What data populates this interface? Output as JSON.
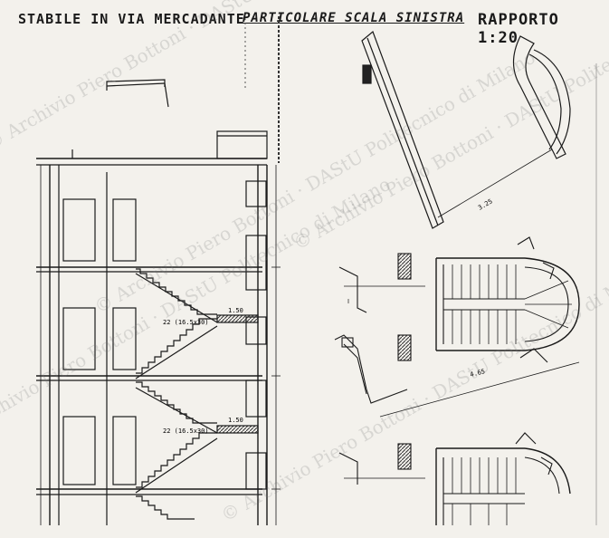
{
  "titles": {
    "left": "STABILE IN VIA MERCADANTE",
    "center": "PARTICOLARE SCALA SINISTRA",
    "right": "RAPPORTO 1:20"
  },
  "watermark": "© Archivio Piero Bottoni · DAStU Politecnico di Milano",
  "labels": {
    "ramp_1": "22 (16.5x30)",
    "ramp_2": "22 (16.5x30)",
    "landing_1": "1.50",
    "landing_2": "1.50",
    "top_dim": "3.25",
    "total_dim": "4.65"
  },
  "colors": {
    "ink": "#1a1a1a",
    "paper": "#f3f1ec",
    "hatch": "#333333"
  }
}
